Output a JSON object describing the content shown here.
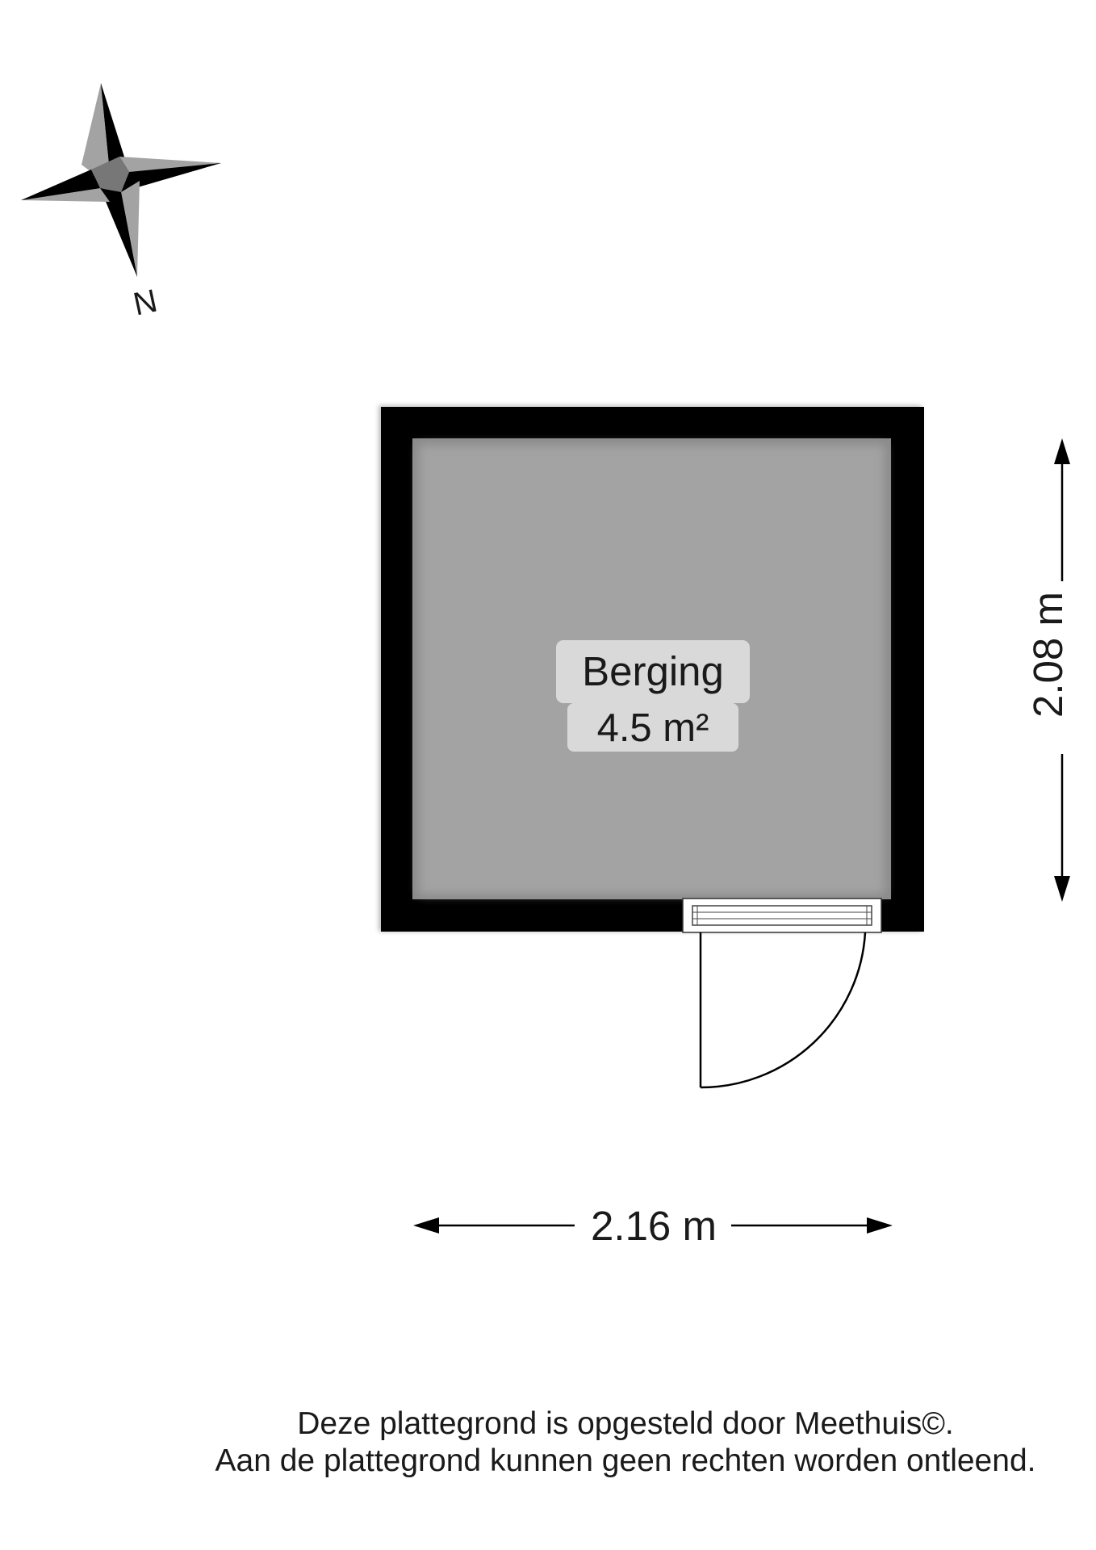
{
  "compass": {
    "north_label": "N"
  },
  "room": {
    "name": "Berging",
    "area": "4.5 m²"
  },
  "dimensions": {
    "width_label": "2.16 m",
    "height_label": "2.08 m"
  },
  "footer": {
    "line1": "Deze plattegrond is opgesteld door Meethuis©.",
    "line2": "Aan de plattegrond kunnen geen rechten worden ontleend."
  },
  "colors": {
    "wall": "#000000",
    "floor": "#a3a3a3",
    "label_bg": "#d9d9d9",
    "text": "#1a1a1a"
  }
}
